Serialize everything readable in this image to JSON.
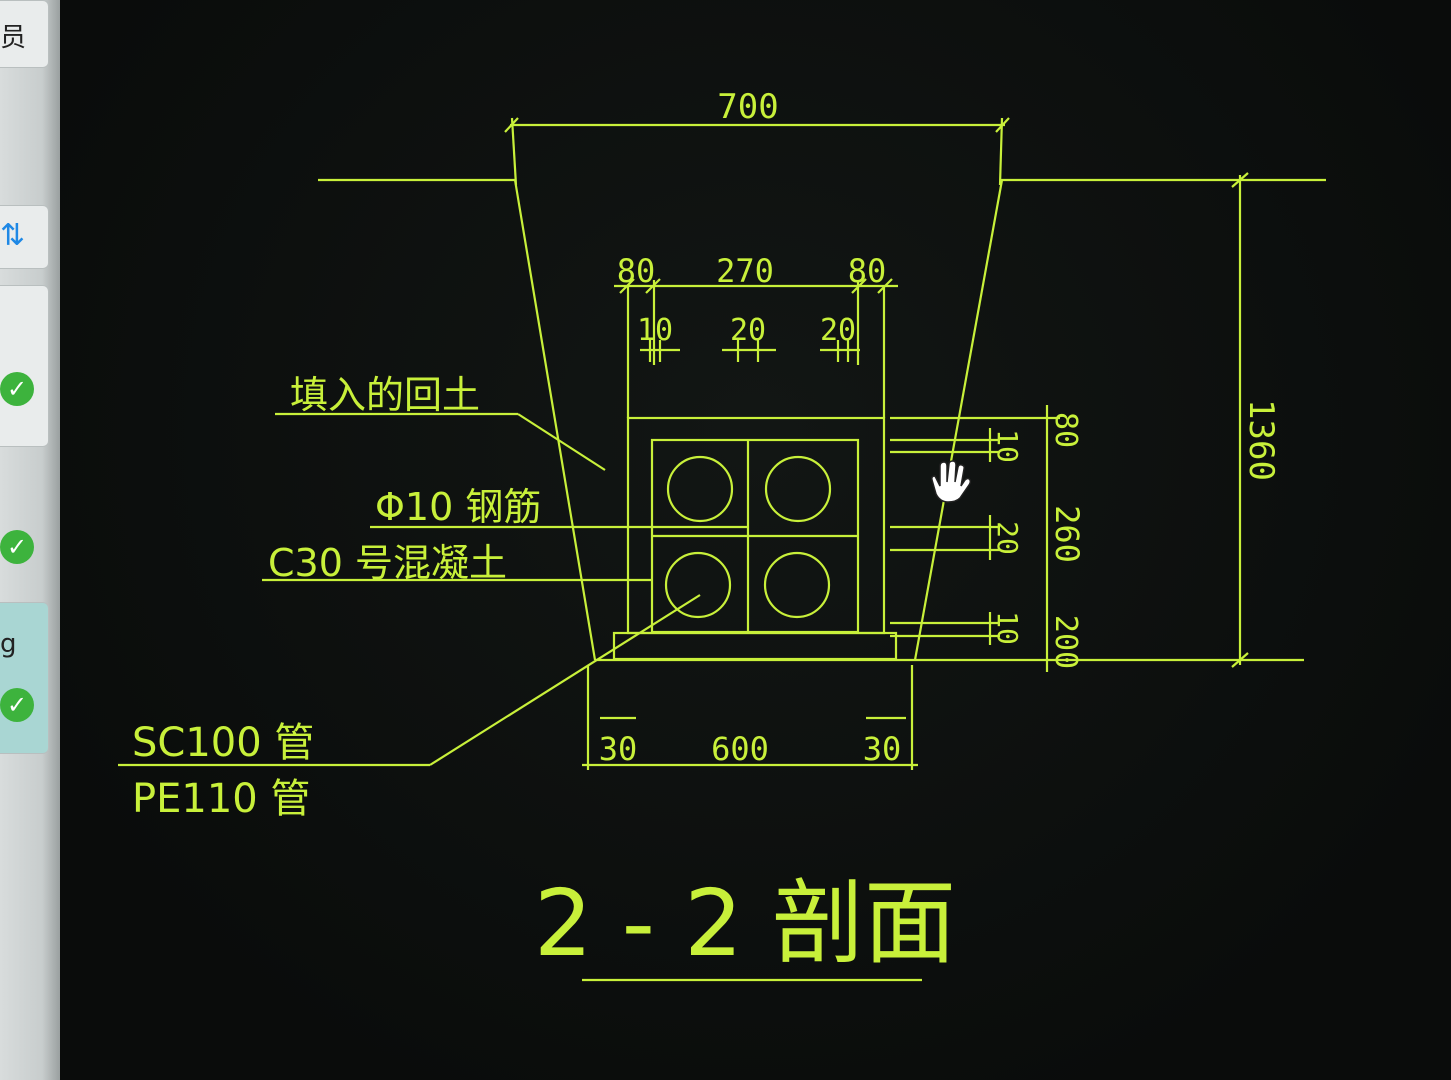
{
  "sidebar": {
    "top_char": "员",
    "mid_char": "g",
    "icons": [
      "sync-icon",
      "check-icon",
      "check-icon",
      "check-icon"
    ]
  },
  "drawing": {
    "dimensions": {
      "top_width": "700",
      "box_left": "80",
      "box_mid": "270",
      "box_right": "80",
      "gap_a": "10",
      "gap_b": "20",
      "gap_c": "20",
      "height_total": "1360",
      "right_top": "80",
      "right_gap1": "10",
      "right_mid": "260",
      "right_gap2": "20",
      "right_gap3": "10",
      "right_base": "200",
      "bottom_left": "30",
      "bottom_mid": "600",
      "bottom_right": "30"
    },
    "labels": {
      "backfill": "填入的回土",
      "rebar": "Φ10 钢筋",
      "concrete": "C30 号混凝土",
      "pipe1": "SC100 管",
      "pipe2": "PE110 管",
      "section_title": "2 - 2 剖面"
    },
    "colors": {
      "line": "#c8f03a",
      "background": "#0d0f0e"
    }
  }
}
